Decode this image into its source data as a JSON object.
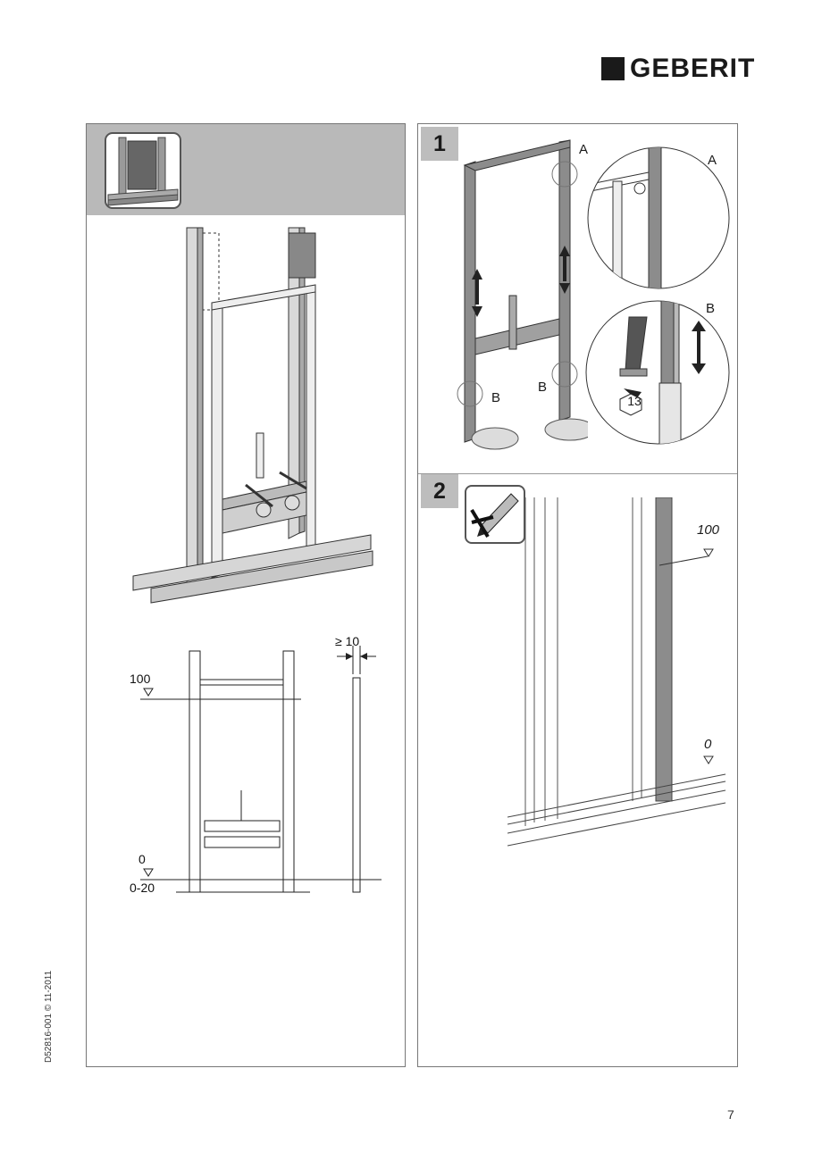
{
  "brand": {
    "name": "GEBERIT"
  },
  "left_panel": {
    "dims": {
      "level_100": "100",
      "level_0": "0",
      "range": "0-20",
      "clearance": "≥ 10"
    }
  },
  "right_panel": {
    "step1": {
      "number": "1",
      "callout_a": "A",
      "callout_b": "B",
      "detail_a": "A",
      "detail_b": "B",
      "wrench_size": "13"
    },
    "step2": {
      "number": "2",
      "mark_100": "100",
      "mark_0": "0"
    }
  },
  "footer": {
    "document_code": "D52816-001 © 11-2011",
    "page_number": "7"
  },
  "colors": {
    "frame_grey": "#8c8c8c",
    "header_grey": "#b9b9b9",
    "ink": "#1a1a1a"
  }
}
